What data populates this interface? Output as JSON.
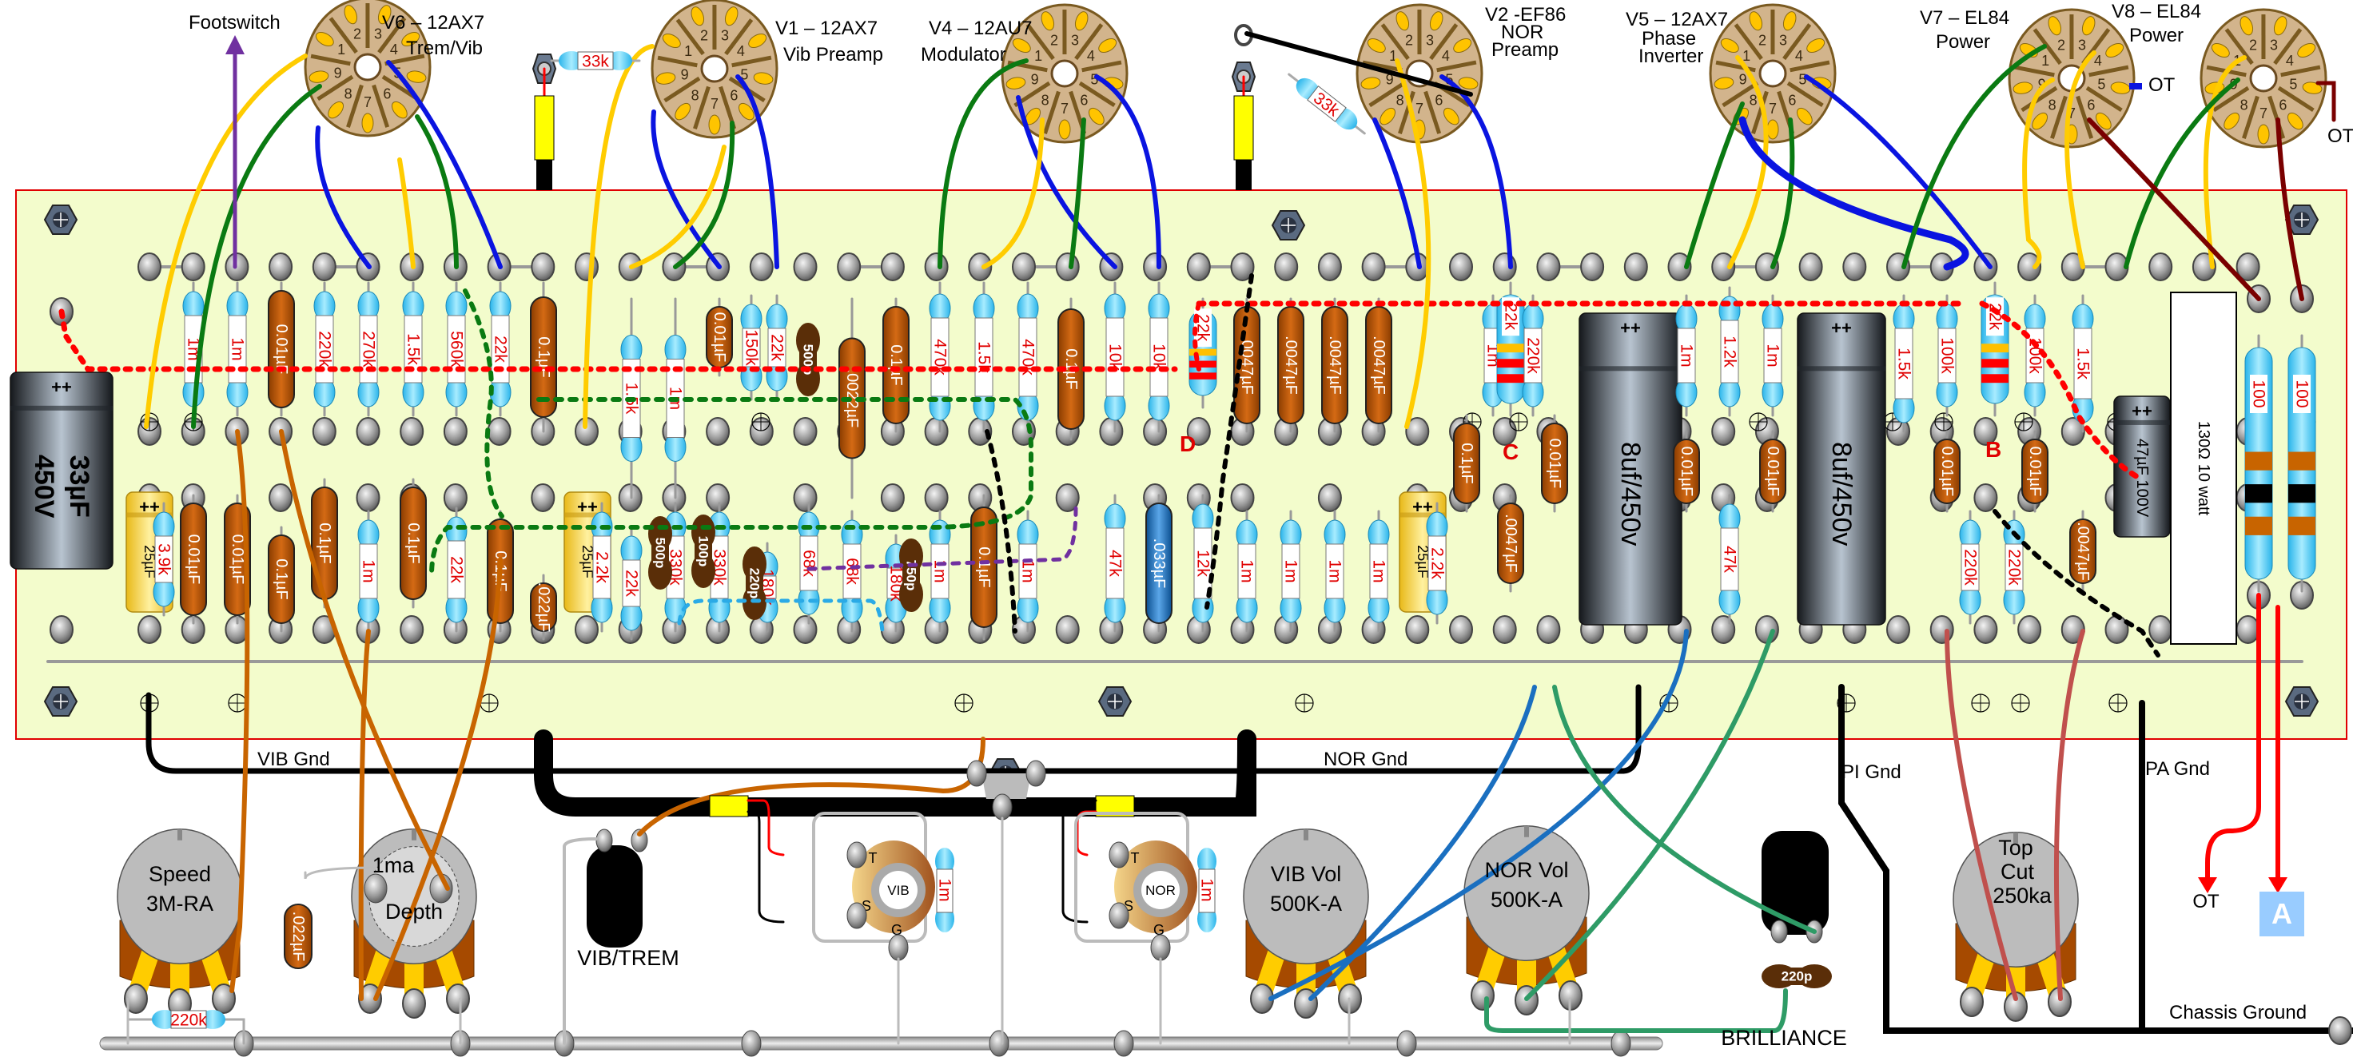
{
  "title": "Vox AC15-style Vibrato Amplifier Turret Board Layout",
  "colors": {
    "board_fill": "#f3fccc",
    "board_border": "#e00000",
    "wire_yellow": "#ffcc00",
    "wire_green": "#0a7a12",
    "wire_blue": "#0a14e0",
    "wire_purple": "#7030a0",
    "wire_orange": "#c86400",
    "wire_darkred": "#7a0000",
    "wire_teal": "#2e9b66",
    "wire_steelblue": "#1a6fc0",
    "wire_salmon": "#c0504d",
    "heater_red": "#ff0000",
    "resistor_body": "#4fc8f0",
    "cap_brown": "#b05a10",
    "ceramic_brown": "#5a2e08",
    "electrolytic_dark": "#3a3f48",
    "electrolytic_yellow": "#ffd84a",
    "tube_socket": "#d2b48c",
    "pot_body": "#bcbcbc",
    "marker_blue": "#99ccff"
  },
  "tubes": [
    {
      "id": "V6",
      "name": "V6 – 12AX7",
      "role": "Trem/Vib"
    },
    {
      "id": "V1",
      "name": "V1 – 12AX7",
      "role": "Vib Preamp"
    },
    {
      "id": "V4",
      "name": "V4 – 12AU7",
      "role": "Modulator"
    },
    {
      "id": "V2",
      "name": "V2 -EF86",
      "role": "NOR",
      "role2": "Preamp"
    },
    {
      "id": "V5",
      "name": "V5 – 12AX7",
      "role": "Phase",
      "role2": "Inverter"
    },
    {
      "id": "V7",
      "name": "V7 – EL84",
      "role": "Power"
    },
    {
      "id": "V8",
      "name": "V8 – EL84",
      "role": "Power"
    }
  ],
  "socket_pins": [
    "1",
    "2",
    "3",
    "4",
    "5",
    "6",
    "7",
    "8",
    "9"
  ],
  "top_labels": {
    "footswitch": "Footswitch",
    "input_resistor_vib": "33k",
    "input_resistor_nor": "33k",
    "ot_v7": "OT",
    "ot_v8": "OT"
  },
  "board": {
    "filter_cap_main": {
      "value": "33µF",
      "voltage": "450V",
      "polarity": "++"
    },
    "top_resistors_left": [
      "1m",
      "1m",
      "220k",
      "270k",
      "1.5k",
      "560k",
      "22k"
    ],
    "top_caps_left": [
      "0.01µF",
      "0.1µF"
    ],
    "lower_left": {
      "cathode_cap": "25µF",
      "cathode_res": "3.9k",
      "caps": [
        "0.01µF",
        "0.01µF",
        "0.1µF",
        "0.1µF",
        "0.1µF",
        "0.1µF",
        ".022µF"
      ],
      "resistors": [
        "1m",
        "22k"
      ]
    },
    "vib_preamp": {
      "top_res": [
        "1.5k",
        "1m",
        "150k",
        "22k"
      ],
      "top_caps": [
        "0.01µF",
        ".0022µF",
        "0.1µF"
      ],
      "ceramic": [
        "500p"
      ],
      "lower_cathode_cap": "25µF",
      "lower_res": [
        "2.2k",
        "22k",
        "330k",
        "330k",
        "180k",
        "68k",
        "68k",
        "180k",
        "1m"
      ],
      "lower_ceramics": [
        "500p",
        "100p",
        "220p",
        "750p"
      ],
      "lower_cap": "0.1µF"
    },
    "modulator": {
      "top_res": [
        "470k",
        "1.5k",
        "470k",
        "10k",
        "10k"
      ],
      "top_caps": [
        "0.1µF",
        "0.1µF"
      ],
      "lower_res": [
        "1m",
        "47k",
        "12k"
      ],
      "lower_cap": ".033µF"
    },
    "nor_preamp": {
      "plate_res": "22k",
      "tone_caps": [
        ".0047µF",
        ".0047µF",
        ".0047µF",
        ".0047µF"
      ],
      "grid_res": [
        "1m",
        "1m",
        "1m",
        "1m"
      ],
      "cathode_cap": "25µF",
      "cathode_res": "2.2k",
      "coupling_cap": "0.1µF",
      "cap_lower": ".0047µF",
      "dropping_res": "22k",
      "res_pair": [
        "1m",
        "220k"
      ],
      "cap_right": "0.01µF",
      "filter_cap": {
        "value": "8uf/450v",
        "polarity": "++"
      }
    },
    "phase_inverter": {
      "res_top": [
        "1m",
        "1.2k",
        "1m"
      ],
      "caps": [
        "0.01µF",
        "0.01µF"
      ],
      "res_lower": "47k",
      "filter_cap": {
        "value": "8uf/450v",
        "polarity": "++"
      }
    },
    "power_amp": {
      "screen_res": [
        "1.5k",
        "1.5k"
      ],
      "grid_res": [
        "100k",
        "100k"
      ],
      "dropping_res": "22k",
      "caps": [
        "0.01µF",
        "0.01µF",
        ".0047µF"
      ],
      "topcut_res": [
        "220k",
        "220k"
      ],
      "cathode_cap": "47µF 100V",
      "cathode_res": "130Ω 10 watt",
      "grid_stoppers": [
        "100",
        "100"
      ]
    },
    "node_labels": [
      "D",
      "C",
      "B"
    ]
  },
  "ground_labels": {
    "vib": "VIB Gnd",
    "nor": "NOR Gnd",
    "pi": "PI Gnd",
    "pa": "PA Gnd",
    "chassis": "Chassis Ground"
  },
  "controls": {
    "speed": {
      "name": "Speed",
      "value": "3M-RA"
    },
    "speed_cap": ".022µF",
    "speed_res": "220k",
    "depth": {
      "name": "Depth",
      "value": "1ma"
    },
    "vib_switch": "VIB/TREM",
    "jack_vib": {
      "label": "VIB",
      "tip": "T",
      "sleeve": "S",
      "ground": "G",
      "resistor": "1m"
    },
    "jack_nor": {
      "label": "NOR",
      "tip": "T",
      "sleeve": "S",
      "ground": "G",
      "resistor": "1m"
    },
    "vib_vol": {
      "name": "VIB Vol",
      "value": "500K-A"
    },
    "nor_vol": {
      "name": "NOR Vol",
      "value": "500K-A"
    },
    "brilliance": {
      "name": "BRILLIANCE",
      "cap": "220p"
    },
    "top_cut": {
      "name": "Top",
      "name2": "Cut",
      "value": "250ka"
    },
    "ot_arrow": "OT",
    "marker_a": "A"
  }
}
